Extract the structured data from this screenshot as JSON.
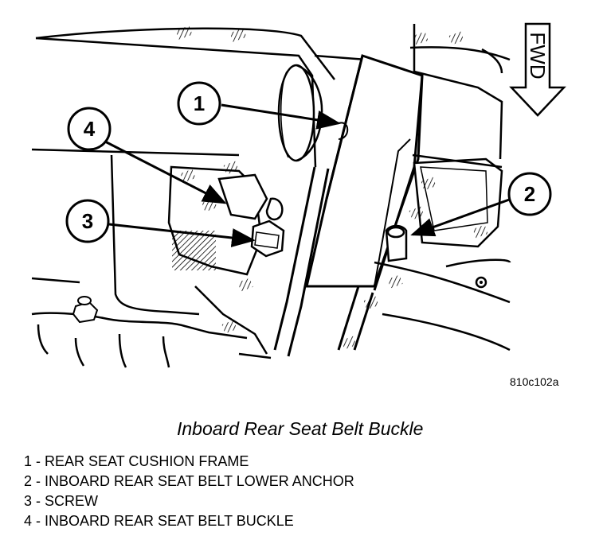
{
  "figure": {
    "fwd_label": "FWD",
    "reference_code": "810c102a",
    "callouts": [
      {
        "number": "1"
      },
      {
        "number": "2"
      },
      {
        "number": "3"
      },
      {
        "number": "4"
      }
    ]
  },
  "caption": {
    "title": "Inboard Rear Seat Belt Buckle"
  },
  "legend": [
    {
      "text": "1 - REAR SEAT CUSHION FRAME"
    },
    {
      "text": "2 - INBOARD REAR SEAT BELT LOWER ANCHOR"
    },
    {
      "text": "3 - SCREW"
    },
    {
      "text": "4 - INBOARD REAR SEAT BELT BUCKLE"
    }
  ]
}
